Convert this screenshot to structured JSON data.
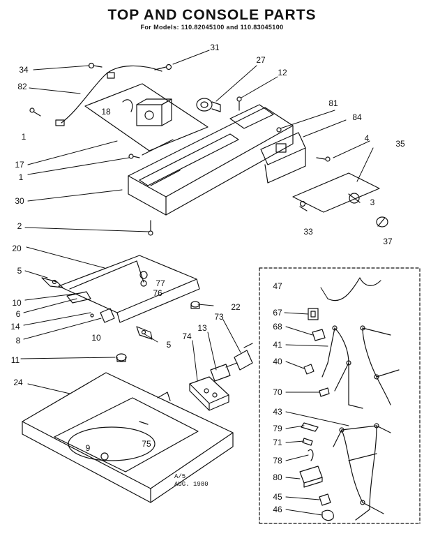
{
  "title": "TOP AND CONSOLE PARTS",
  "subtitle": "For Models: 110.82045100 and 110.83045100",
  "labels": {
    "p34": "34",
    "p31": "31",
    "p27": "27",
    "p12": "12",
    "p82": "82",
    "p18": "18",
    "p1a": "1",
    "p81": "81",
    "p84": "84",
    "p4": "4",
    "p35": "35",
    "p17": "17",
    "p1b": "1",
    "p30": "30",
    "p3": "3",
    "p2": "2",
    "p33": "33",
    "p37": "37",
    "p20": "20",
    "p5a": "5",
    "p77": "77",
    "p76": "76",
    "p10a": "10",
    "p6": "6",
    "p22": "22",
    "p14": "14",
    "p8": "8",
    "p10b": "10",
    "p5b": "5",
    "p13": "13",
    "p73": "73",
    "p74": "74",
    "p11": "11",
    "p24": "24",
    "p75": "75",
    "p9": "9",
    "p47": "47",
    "p67": "67",
    "p68": "68",
    "p41": "41",
    "p40": "40",
    "p70": "70",
    "p43": "43",
    "p79": "79",
    "p71": "71",
    "p78": "78",
    "p80": "80",
    "p45": "45",
    "p46": "46"
  },
  "stamp": {
    "line1": "A/5",
    "line2": "AUG. 1980"
  }
}
